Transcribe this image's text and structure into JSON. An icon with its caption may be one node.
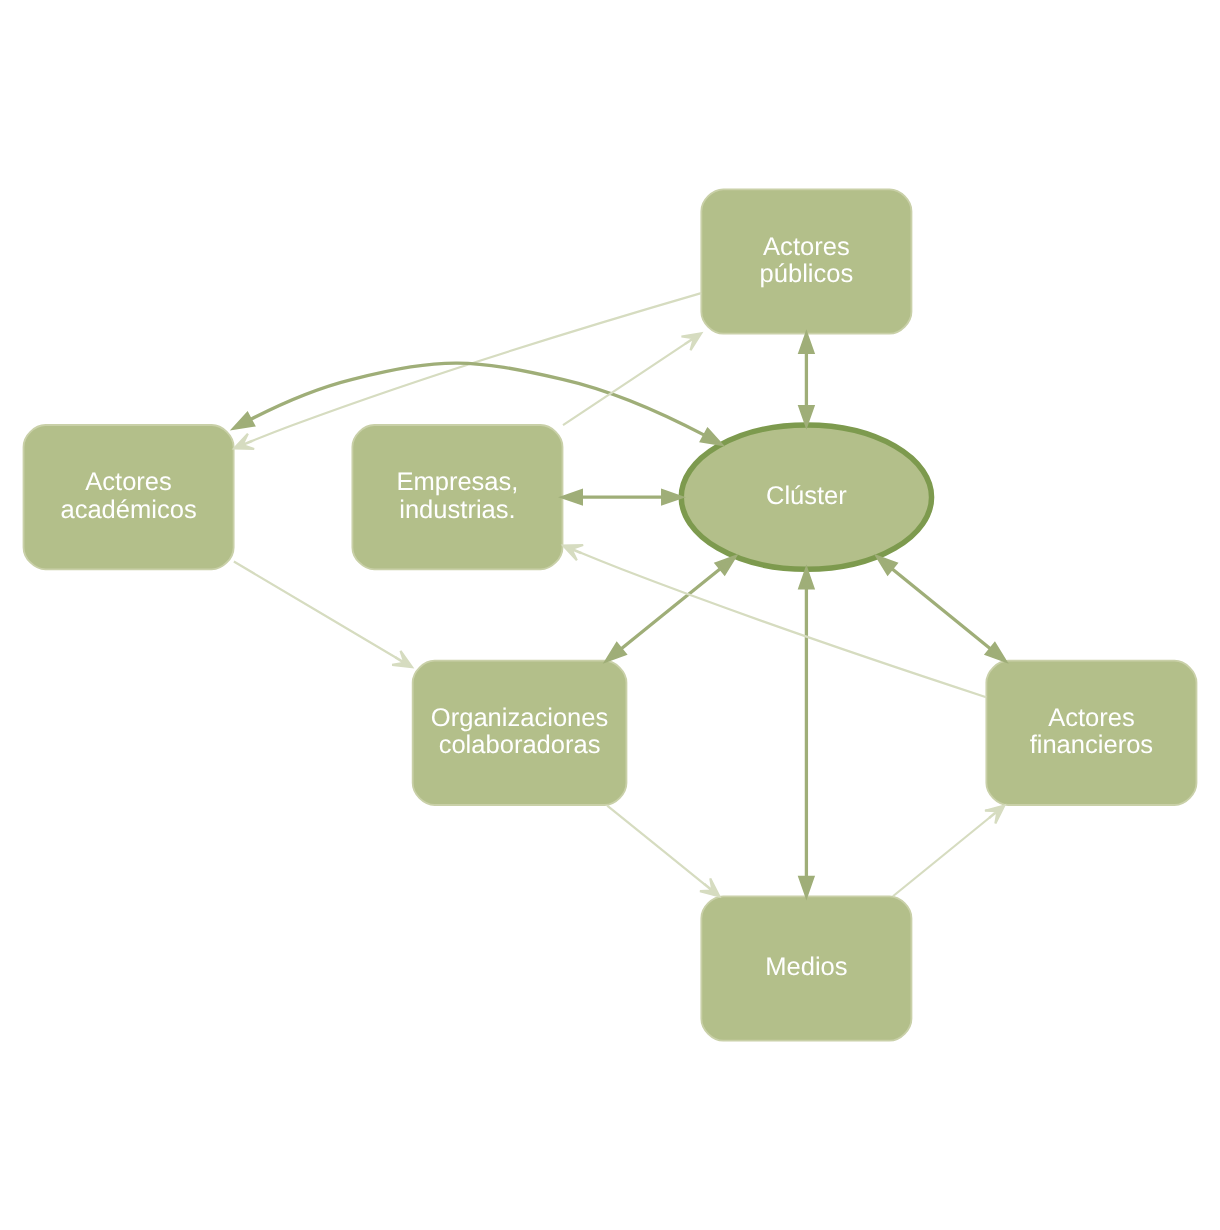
{
  "diagram": {
    "nodes": [
      {
        "text": [
          "Clúster"
        ]
      },
      {
        "text": [
          "Actores públicos"
        ]
      },
      {
        "text": [
          "Actores académicos"
        ]
      },
      {
        "text": [
          "Organizaciones colaboradoras"
        ]
      },
      {
        "text": [
          "Medios"
        ]
      },
      {
        "text": [
          "Actores financieros"
        ]
      },
      {
        "text": [
          "Empresas, industrias."
        ]
      }
    ],
    "edges": [
      {
        "from": 1,
        "to": 0,
        "arrow": "both"
      },
      {
        "from": 2,
        "to": 0,
        "arrow": "both"
      },
      {
        "from": 0,
        "to": 3,
        "arrow": "both"
      },
      {
        "from": 0,
        "to": 4,
        "arrow": "both"
      },
      {
        "from": 0,
        "to": 5,
        "arrow": "both"
      },
      {
        "from": 6,
        "to": 0,
        "arrow": "both"
      },
      {
        "from": 1,
        "to": 2,
        "arrow": "to",
        "color": "#d6dcc0"
      },
      {
        "from": 2,
        "to": 3,
        "arrow": "to",
        "color": "#d6dcc0"
      },
      {
        "from": 3,
        "to": 4,
        "arrow": "to",
        "color": "#d6dcc0"
      },
      {
        "from": 4,
        "to": 5,
        "arrow": "to",
        "color": "#d6dcc0"
      },
      {
        "from": 5,
        "to": 6,
        "arrow": "to",
        "color": "#d6dcc0"
      },
      {
        "from": 6,
        "to": 1,
        "arrow": "to",
        "color": "#d6dcc0"
      }
    ]
  }
}
